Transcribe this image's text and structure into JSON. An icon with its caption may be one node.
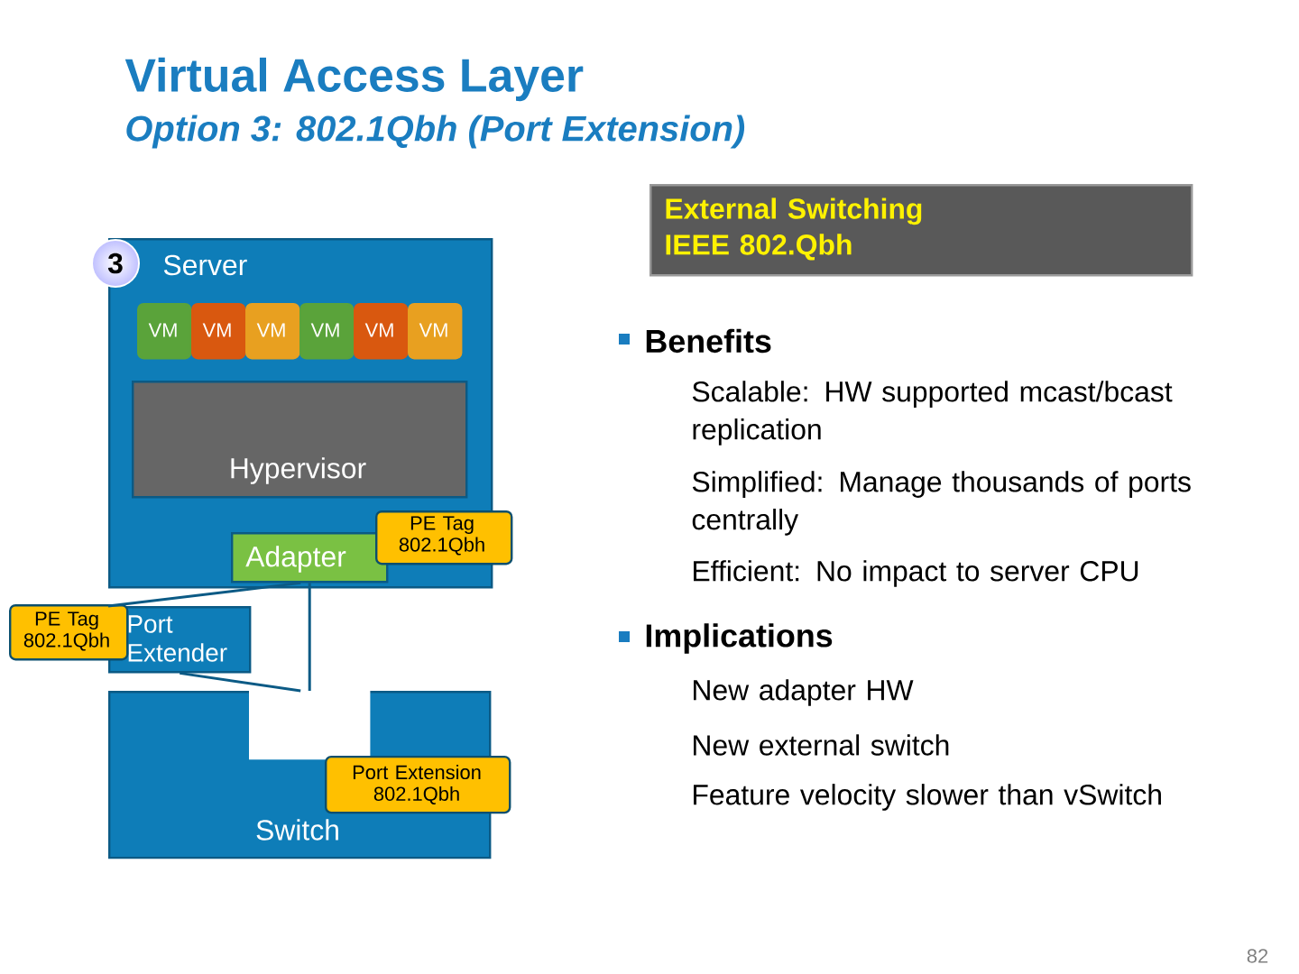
{
  "diagram": {
    "title": "Virtual Access Layer",
    "nodes": [
      {
        "text": [
          "Server"
        ]
      },
      {
        "text": [
          "3"
        ]
      },
      {
        "text": [
          "VM"
        ],
        "in": 0
      },
      {
        "text": [
          "VM"
        ],
        "in": 0
      },
      {
        "text": [
          "VM"
        ],
        "in": 0
      },
      {
        "text": [
          "VM"
        ],
        "in": 0
      },
      {
        "text": [
          "VM"
        ],
        "in": 0
      },
      {
        "text": [
          "VM"
        ],
        "in": 0
      },
      {
        "text": [
          "Hypervisor"
        ],
        "in": 0
      },
      {
        "text": [
          "Adapter"
        ],
        "in": 0
      },
      {
        "text": [
          "PE Tag 802.1Qbh"
        ]
      },
      {
        "text": [
          "Port Extender"
        ]
      },
      {
        "text": [
          "PE Tag 802.1Qbh"
        ]
      },
      {
        "text": [
          "Switch"
        ]
      },
      {
        "text": [],
        "shape": "box",
        "in": 13
      },
      {
        "text": [
          "Port Extension 802.1Qbh"
        ]
      },
      {
        "text": [
          "External Switching IEEE 802.Qbh"
        ]
      }
    ],
    "edges": [
      {
        "from": 9,
        "to": 14,
        "arrow": "none"
      },
      {
        "from": 9,
        "to": 11,
        "arrow": "none"
      },
      {
        "from": 11,
        "to": 14,
        "arrow": "none"
      }
    ],
    "labels": [
      "Option 3: 802.1Qbh (Port Extension)",
      "Benefits",
      "Scalable: HW supported mcast/bcast replication",
      "Simplified: Manage thousands of ports centrally",
      "Efficient: No impact to server CPU",
      "Implications",
      "New adapter HW",
      "New external switch",
      "Feature velocity slower than vSwitch",
      "82"
    ]
  }
}
